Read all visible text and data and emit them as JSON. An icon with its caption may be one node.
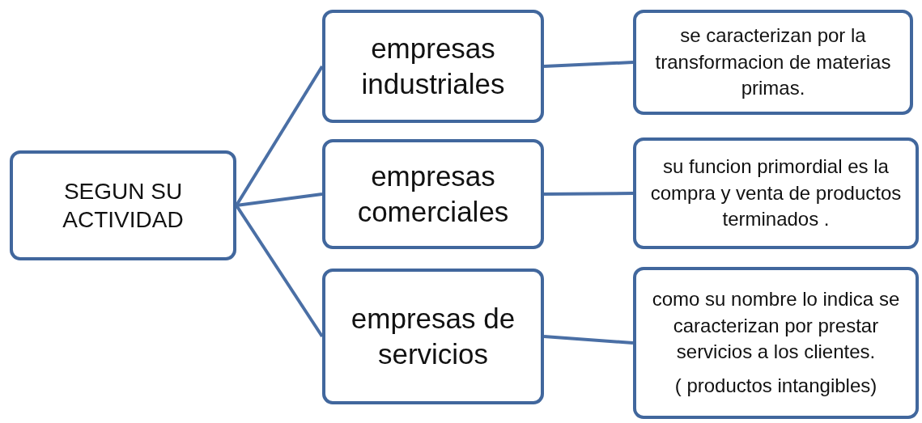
{
  "diagram": {
    "nodes": [
      {
        "text": [
          "SEGUN SU ACTIVIDAD"
        ]
      },
      {
        "text": [
          "empresas industriales"
        ]
      },
      {
        "text": [
          "empresas comerciales"
        ]
      },
      {
        "text": [
          "empresas de servicios"
        ]
      },
      {
        "text": [
          "se caracterizan por la transformacion de materias primas."
        ]
      },
      {
        "text": [
          "su funcion primordial es la compra y venta de productos terminados ."
        ]
      },
      {
        "text": [
          "como su nombre lo indica se caracterizan por prestar servicios a los clientes.",
          "( productos intangibles)"
        ]
      }
    ],
    "edges": [
      {
        "from": 0,
        "to": 1,
        "arrow": "none"
      },
      {
        "from": 0,
        "to": 2,
        "arrow": "none"
      },
      {
        "from": 0,
        "to": 3,
        "arrow": "none"
      },
      {
        "from": 1,
        "to": 4,
        "arrow": "none"
      },
      {
        "from": 2,
        "to": 5,
        "arrow": "none"
      },
      {
        "from": 3,
        "to": 6,
        "arrow": "none"
      }
    ]
  }
}
